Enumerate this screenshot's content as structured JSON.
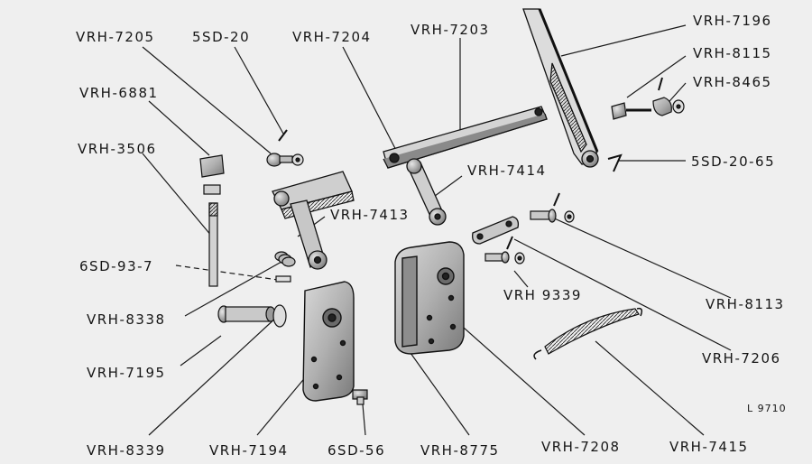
{
  "diagram": {
    "labels": {
      "vrh_7205": "VRH-7205",
      "sd_20": "5SD-20",
      "vrh_7204": "VRH-7204",
      "vrh_7203": "VRH-7203",
      "vrh_7196": "VRH-7196",
      "vrh_8115": "VRH-8115",
      "vrh_8465": "VRH-8465",
      "sd_20_65": "5SD-20-65",
      "vrh_6881": "VRH-6881",
      "vrh_3506": "VRH-3506",
      "vrh_7414": "VRH-7414",
      "vrh_7413": "VRH-7413",
      "sd_93_7": "6SD-93-7",
      "vrh_8338": "VRH-8338",
      "vrh_9339": "VRH 9339",
      "vrh_8113": "VRH-8113",
      "vrh_7206": "VRH-7206",
      "vrh_7195": "VRH-7195",
      "vrh_8339": "VRH-8339",
      "vrh_7194": "VRH-7194",
      "sd_56": "6SD-56",
      "vrh_8775": "VRH-8775",
      "vrh_7208": "VRH-7208",
      "vrh_7415": "VRH-7415",
      "drawing_ref": "L 9710"
    },
    "ink_color": "#1a1a1a",
    "paper_color": "#efefef"
  }
}
